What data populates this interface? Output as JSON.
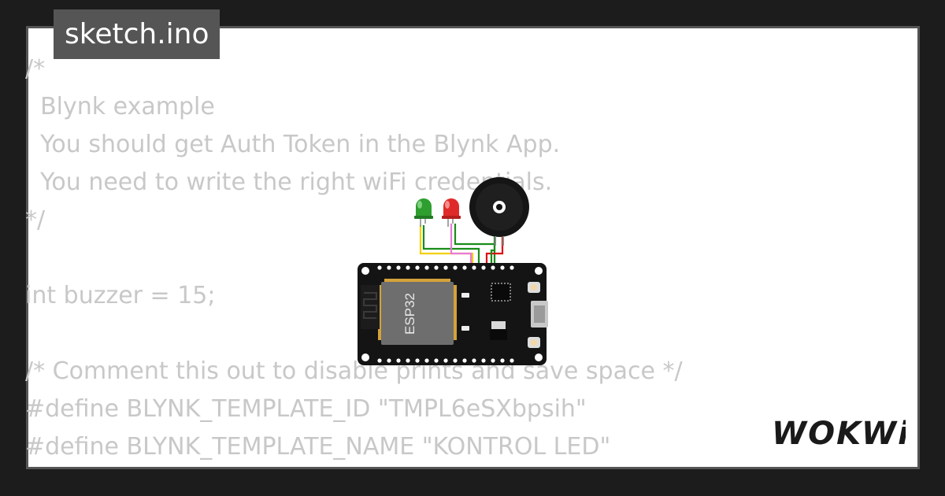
{
  "file_tab": {
    "label": "sketch.ino"
  },
  "code_lines": [
    "/*",
    "  Blynk example",
    "  You should get Auth Token in the Blynk App.",
    "  You need to write the right wiFi credentials.",
    "*/",
    "",
    "int buzzer = 15;",
    "",
    "/* Comment this out to disable prints and save space */",
    "#define BLYNK_TEMPLATE_ID \"TMPL6eSXbpsih\"",
    "#define BLYNK_TEMPLATE_NAME \"KONTROL LED\""
  ],
  "board": {
    "chip_label": "ESP32"
  },
  "brand": {
    "logo_text": "WOKWi"
  },
  "colors": {
    "background": "#1c1c1c",
    "card": "#ffffff",
    "tab": "#555555",
    "code_text": "#c8c8c8",
    "led_green": "#2e9e2e",
    "led_red": "#e02a2a",
    "wire_yellow": "#f2d000",
    "wire_green": "#1a8c1a",
    "wire_pink": "#e879d8",
    "wire_red": "#e01010"
  },
  "icons": [
    "esp32-board-icon",
    "green-led-icon",
    "red-led-icon",
    "buzzer-icon",
    "wokwi-logo-icon"
  ]
}
